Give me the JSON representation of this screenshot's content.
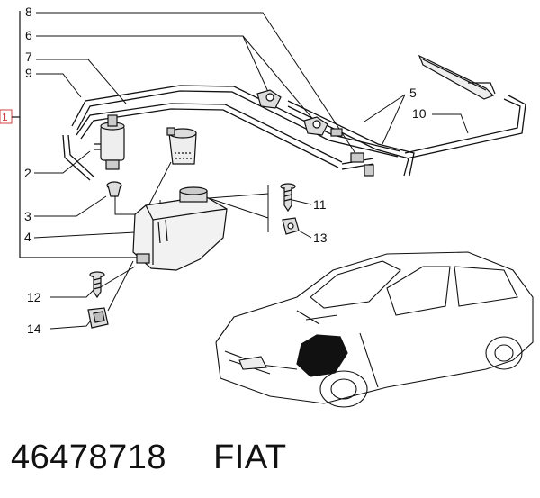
{
  "diagram": {
    "group_label": "1",
    "callouts": [
      "8",
      "6",
      "7",
      "9",
      "5",
      "10",
      "2",
      "3",
      "4",
      "11",
      "13",
      "12",
      "14"
    ]
  },
  "footer": {
    "part_number": "46478718",
    "brand": "FIAT"
  }
}
